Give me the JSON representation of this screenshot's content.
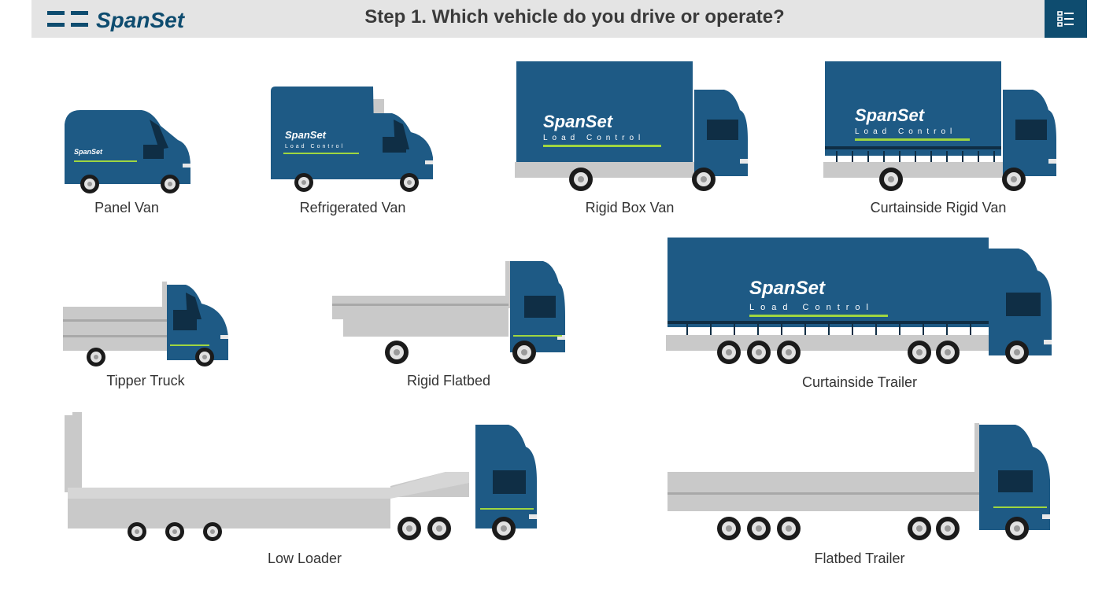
{
  "header": {
    "brand": "SpanSet",
    "title": "Step 1. Which vehicle do you drive or operate?",
    "menu_icon": "list-menu-icon"
  },
  "colors": {
    "header_bg": "#e4e4e4",
    "accent": "#0e4c6f",
    "vehicle_body": "#1e5a85",
    "vehicle_bed": "#c9c9c9",
    "stripe": "#9fd640"
  },
  "decal": {
    "brand": "SpanSet",
    "tagline": "Load Control"
  },
  "vehicles": [
    {
      "id": "panel-van",
      "label": "Panel Van"
    },
    {
      "id": "refrigerated-van",
      "label": "Refrigerated Van"
    },
    {
      "id": "rigid-box-van",
      "label": "Rigid Box Van"
    },
    {
      "id": "curtainside-rigid-van",
      "label": "Curtainside Rigid Van"
    },
    {
      "id": "tipper-truck",
      "label": "Tipper Truck"
    },
    {
      "id": "rigid-flatbed",
      "label": "Rigid Flatbed"
    },
    {
      "id": "curtainside-trailer",
      "label": "Curtainside Trailer"
    },
    {
      "id": "low-loader",
      "label": "Low Loader"
    },
    {
      "id": "flatbed-trailer",
      "label": "Flatbed Trailer"
    }
  ]
}
